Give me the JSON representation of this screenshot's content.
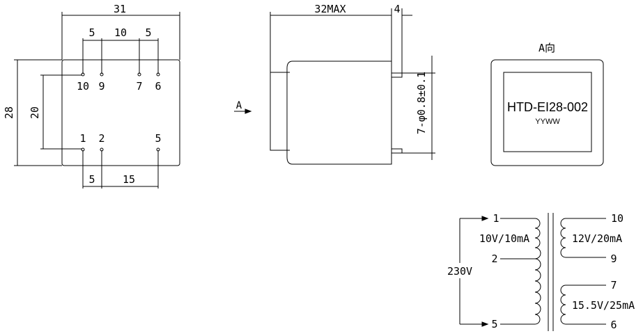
{
  "front_view": {
    "dims": {
      "width": "31",
      "height": "28",
      "pin_span_v": "20",
      "top_a": "5",
      "top_b": "10",
      "top_c": "5",
      "bottom_a": "5",
      "bottom_b": "15"
    },
    "pins_top": [
      "10",
      "9",
      "7",
      "6"
    ],
    "pins_bottom": [
      "1",
      "2",
      "5"
    ]
  },
  "side_view": {
    "length": "32MAX",
    "pin_length": "4",
    "pin_spec": "7-φ0.8±0.1",
    "view_arrow": "A"
  },
  "view_a": {
    "title": "A向",
    "model": "HTD-EI28-002",
    "code": "YYWW"
  },
  "schematic": {
    "primary_voltage": "230V",
    "primary_pins": [
      "1",
      "2",
      "5"
    ],
    "primary_tap_label": "10V/10mA",
    "secondary1": {
      "pins": [
        "10",
        "9"
      ],
      "label": "12V/20mA"
    },
    "secondary2": {
      "pins": [
        "7",
        "6"
      ],
      "label": "15.5V/25mA"
    }
  }
}
